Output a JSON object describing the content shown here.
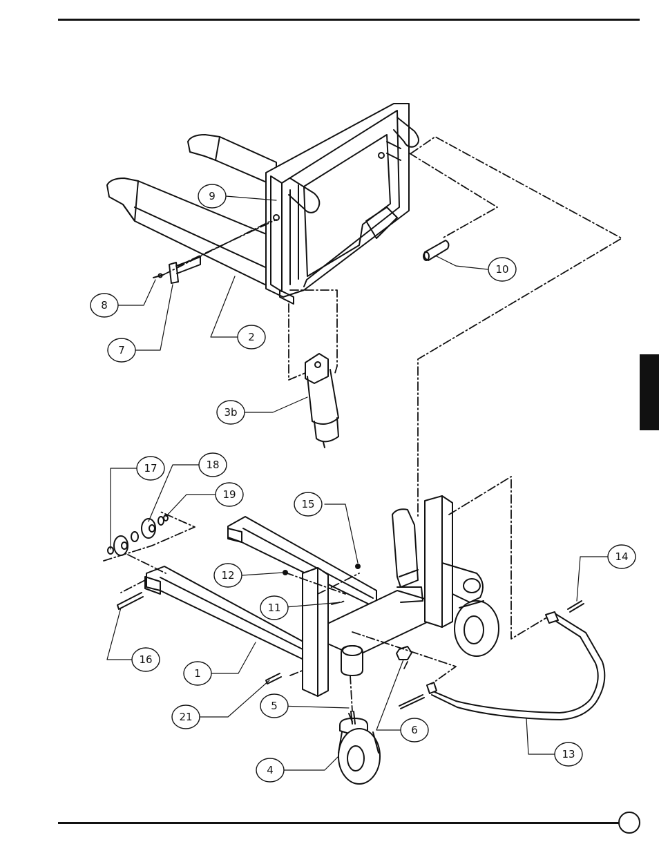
{
  "diagram": {
    "callouts": [
      {
        "id": "c9",
        "label": "9"
      },
      {
        "id": "c10",
        "label": "10"
      },
      {
        "id": "c8",
        "label": "8"
      },
      {
        "id": "c2",
        "label": "2"
      },
      {
        "id": "c7",
        "label": "7"
      },
      {
        "id": "c3b",
        "label": "3b"
      },
      {
        "id": "c17",
        "label": "17"
      },
      {
        "id": "c18",
        "label": "18"
      },
      {
        "id": "c19",
        "label": "19"
      },
      {
        "id": "c15",
        "label": "15"
      },
      {
        "id": "c12",
        "label": "12"
      },
      {
        "id": "c11",
        "label": "11"
      },
      {
        "id": "c14",
        "label": "14"
      },
      {
        "id": "c16",
        "label": "16"
      },
      {
        "id": "c1",
        "label": "1"
      },
      {
        "id": "c21",
        "label": "21"
      },
      {
        "id": "c5",
        "label": "5"
      },
      {
        "id": "c6",
        "label": "6"
      },
      {
        "id": "c13",
        "label": "13"
      },
      {
        "id": "c4",
        "label": "4"
      }
    ]
  },
  "colors": {
    "ink": "#111111",
    "paper": "#ffffff"
  }
}
